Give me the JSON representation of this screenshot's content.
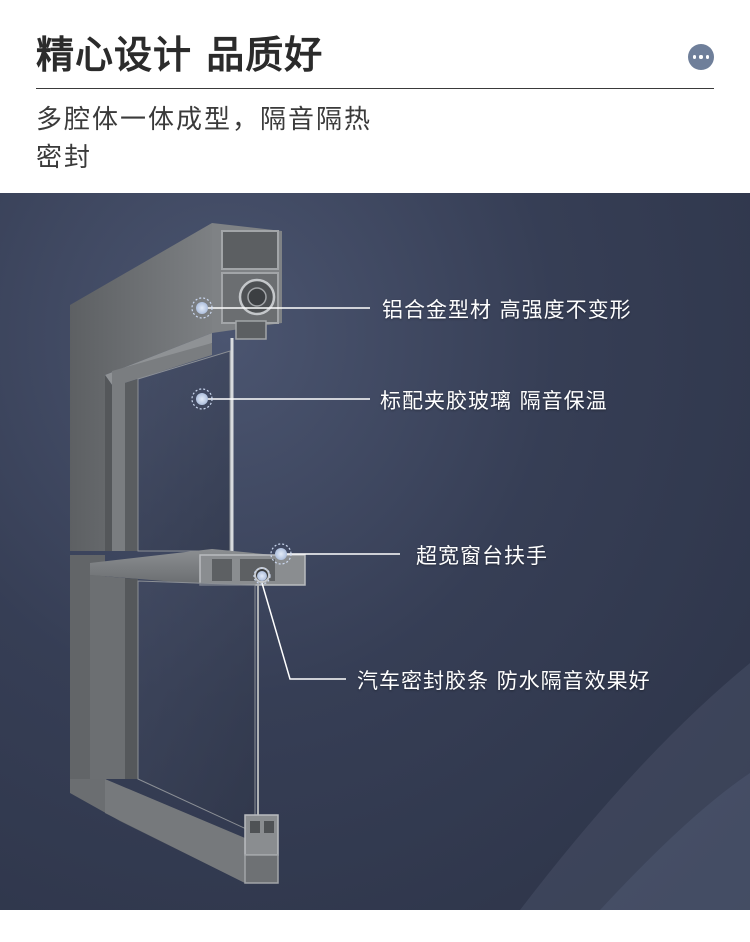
{
  "header": {
    "title": "精心设计 品质好",
    "more_icon": "more-dots-icon",
    "subtitle_line1": "多腔体一体成型，隔音隔热",
    "subtitle_line2": "密封"
  },
  "hero": {
    "callouts": [
      {
        "label": "铝合金型材 高强度不变形"
      },
      {
        "label": "标配夹胶玻璃 隔音保温"
      },
      {
        "label": "超宽窗台扶手"
      },
      {
        "label": "汽车密封胶条 防水隔音效果好"
      }
    ]
  },
  "colors": {
    "accent_button": "#6f7f9a",
    "hero_background": "#363e55",
    "frame_gray": "#6e7173",
    "hotspot": "#c9d6ee"
  }
}
